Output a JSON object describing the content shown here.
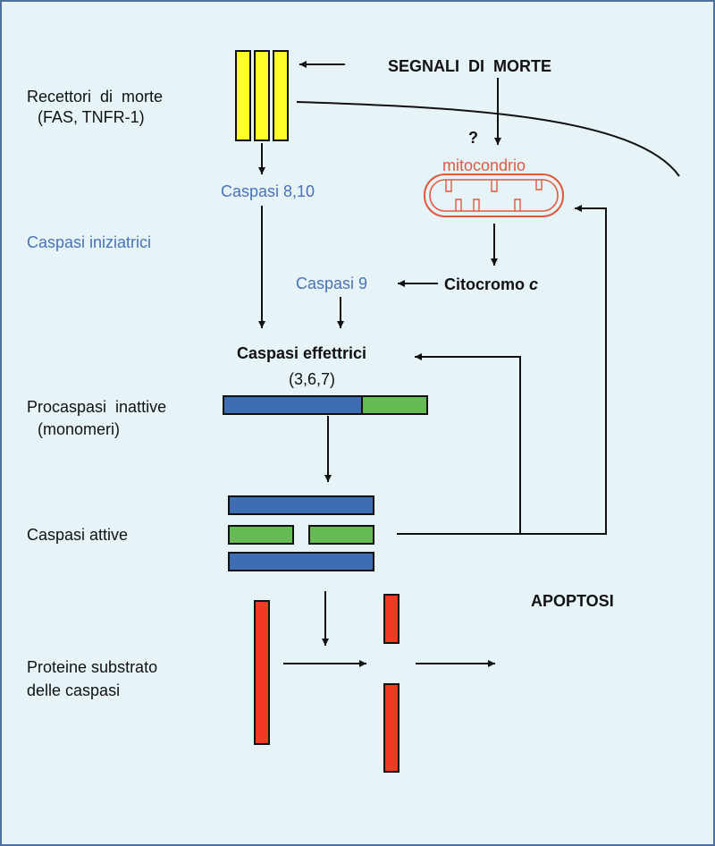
{
  "labels": {
    "signals": "SEGNALI  DI  MORTE",
    "receptors_line1": "Recettori  di  morte",
    "receptors_line2": "(FAS, TNFR-1)",
    "question": "?",
    "mitochondrion": "mitocondrio",
    "caspase_8_10": "Caspasi 8,10",
    "initiator_caspases": "Caspasi iniziatrici",
    "caspase_9": "Caspasi 9",
    "cytochrome_text": "Citocromo ",
    "cytochrome_c": "c",
    "effector_caspases": "Caspasi effettrici",
    "effector_numbers": "(3,6,7)",
    "procaspases_line1": "Procaspasi  inattive",
    "procaspases_line2": "(monomeri)",
    "active_caspases": "Caspasi attive",
    "apoptosis": "APOPTOSI",
    "substrate_line1": "Proteine substrato",
    "substrate_line2": "delle caspasi"
  },
  "colors": {
    "background": "#e6f4f7",
    "border": "#4f6fa3",
    "receptor": "#ffff2a",
    "caspase_blue": "#3f6db3",
    "caspase_green": "#66bb55",
    "substrate_red": "#f23a22",
    "mitochondrion_red": "#e2583e",
    "label_blue": "#4a72b6"
  }
}
